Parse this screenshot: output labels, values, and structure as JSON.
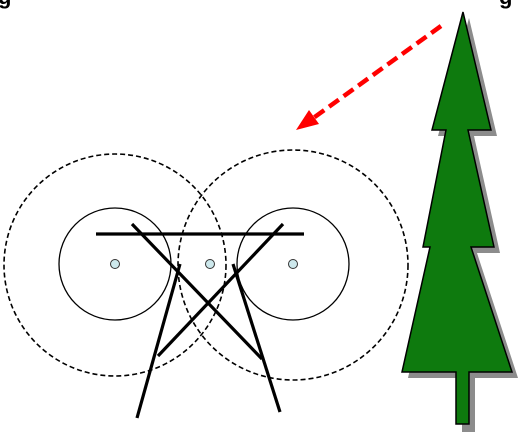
{
  "diagram": {
    "heading_fragment_left": "g",
    "heading_fragment_right": "g",
    "colors": {
      "tree_fill": "#0e7a0e",
      "tree_shadow": "#8c8c8c",
      "arrow": "#ff0000",
      "conductor_dot": "#cde8ec",
      "line": "#000000"
    },
    "conductor_count": 3,
    "icons": [
      "transmission-tower-icon",
      "tree-icon",
      "dashed-arrow-icon"
    ]
  }
}
